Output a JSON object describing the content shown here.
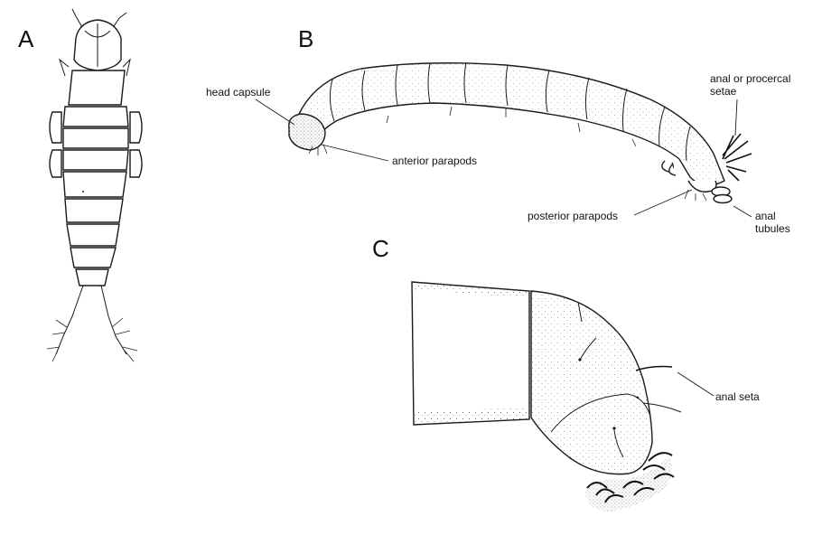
{
  "panels": {
    "a": {
      "letter": "A"
    },
    "b": {
      "letter": "B",
      "labels": {
        "head_capsule": "head capsule",
        "anterior_parapods": "anterior parapods",
        "anal_setae_line1": "anal or procercal",
        "anal_setae_line2": "setae",
        "posterior_parapods": "posterior parapods",
        "anal_tubules_line1": "anal",
        "anal_tubules_line2": "tubules"
      }
    },
    "c": {
      "letter": "C",
      "labels": {
        "anal_seta": "anal seta"
      }
    }
  },
  "colors": {
    "ink": "#1a1a1a",
    "background": "#ffffff"
  }
}
